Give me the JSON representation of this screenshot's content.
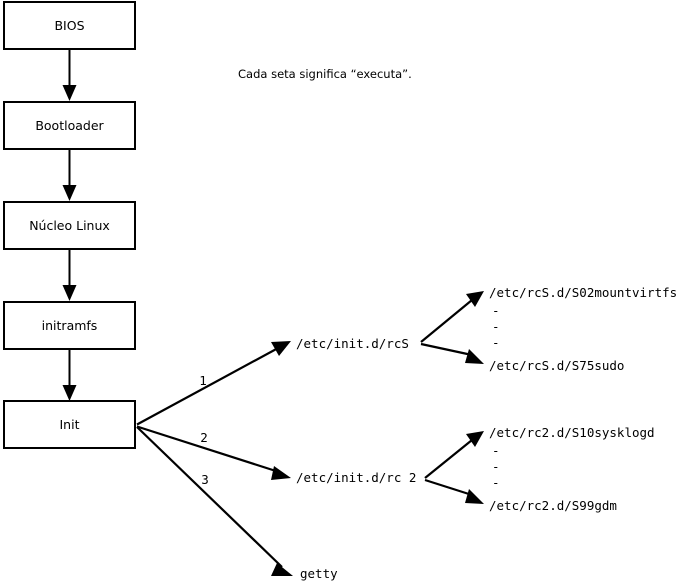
{
  "diagram": {
    "title_note": "Cada seta significa “executa”.",
    "boot_chain": [
      {
        "id": "bios",
        "label": "BIOS"
      },
      {
        "id": "bootloader",
        "label": "Bootloader"
      },
      {
        "id": "kernel",
        "label": "Núcleo Linux"
      },
      {
        "id": "initramfs",
        "label": "initramfs"
      },
      {
        "id": "init",
        "label": "Init"
      }
    ],
    "init_branches": [
      {
        "number": "1",
        "target": "/etc/init.d/rcS"
      },
      {
        "number": "2",
        "target": "/etc/init.d/rc 2"
      },
      {
        "number": "3",
        "target": "getty"
      }
    ],
    "rcs_scripts": {
      "first": "/etc/rcS.d/S02mountvirtfs",
      "ellipsis": [
        "-",
        "-",
        "-"
      ],
      "last": "/etc/rcS.d/S75sudo"
    },
    "rc2_scripts": {
      "first": "/etc/rc2.d/S10sysklogd",
      "ellipsis": [
        "-",
        "-",
        "-"
      ],
      "last": "/etc/rc2.d/S99gdm"
    },
    "colors": {
      "background": "#ffffff",
      "stroke": "#000000",
      "text": "#000000"
    }
  }
}
